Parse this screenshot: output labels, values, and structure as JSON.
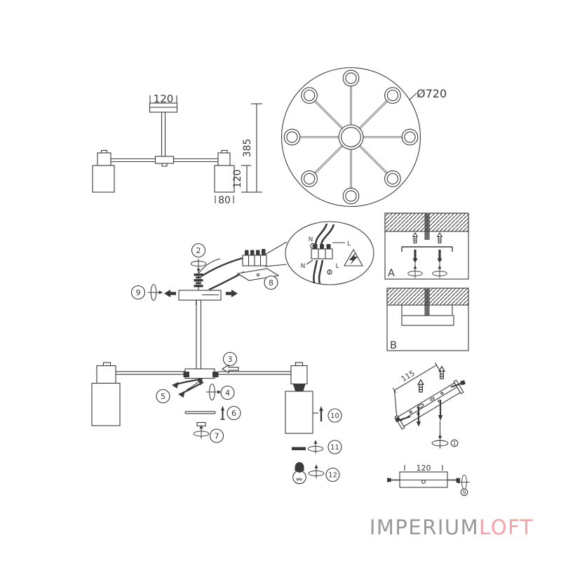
{
  "side_view": {
    "canopy_width": "120",
    "total_height": "385",
    "shade_height": "120",
    "shade_diameter": "80"
  },
  "top_view": {
    "diameter": "Ø720"
  },
  "steps": {
    "s1": "1",
    "s2": "2",
    "s3": "3",
    "s4": "4",
    "s5": "5",
    "s6": "6",
    "s7": "7",
    "s8": "8",
    "s9": "9",
    "s10": "10",
    "s11": "11",
    "s12": "12"
  },
  "wiring_detail": {
    "n_top": "N",
    "l_top": "L",
    "n_bottom": "N",
    "l_bottom": "L"
  },
  "mounting_panels": {
    "panel_a": "A",
    "panel_b": "B"
  },
  "bracket_detail": {
    "length": "115"
  },
  "crossbar_detail": {
    "length": "120"
  },
  "logo": {
    "imperium": "IMPERIUM",
    "loft": "LOFT",
    "imperium_color": "#98989c",
    "loft_color": "#f3a2a6"
  },
  "colors": {
    "line": "#3a3a3a",
    "background": "#ffffff"
  }
}
